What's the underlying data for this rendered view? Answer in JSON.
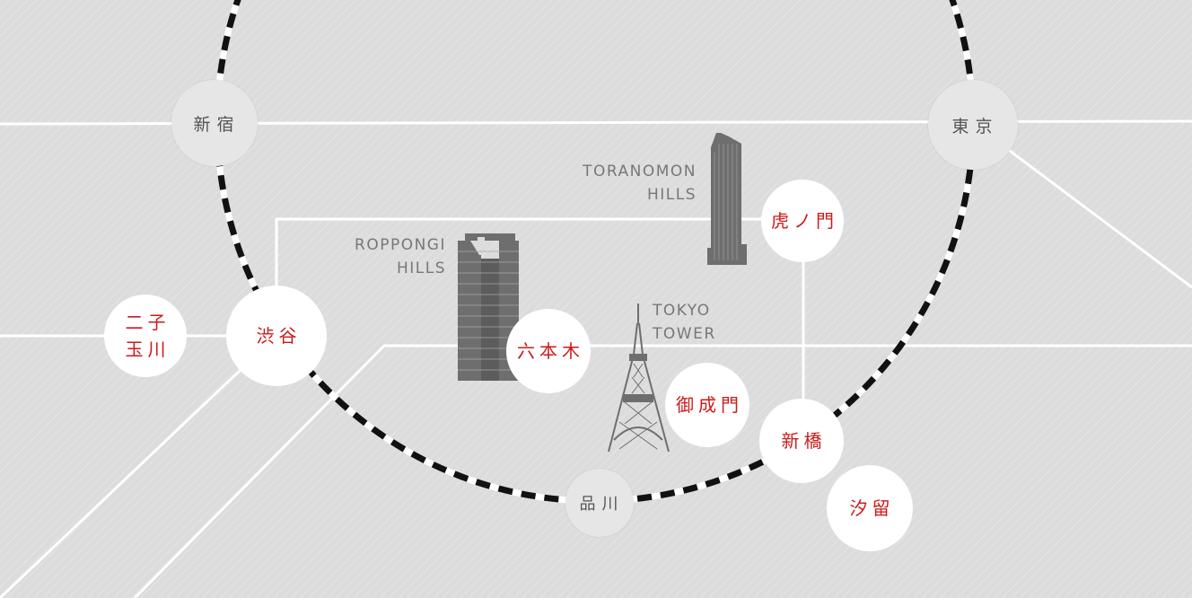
{
  "stations": {
    "shinjuku": {
      "label": "新宿"
    },
    "tokyo": {
      "label": "東京"
    },
    "toranomon": {
      "label": "虎ノ門"
    },
    "futakotamagawa": {
      "line1": "二子",
      "line2": "玉川"
    },
    "shibuya": {
      "label": "渋谷"
    },
    "roppongi": {
      "label": "六本木"
    },
    "onarimon": {
      "label": "御成門"
    },
    "shimbashi": {
      "label": "新橋"
    },
    "shinagawa": {
      "label": "品川"
    },
    "shiodome": {
      "label": "汐留"
    }
  },
  "landmarks": {
    "toranomon_hills": {
      "line1": "TORANOMON",
      "line2": "HILLS"
    },
    "roppongi_hills": {
      "line1": "ROPPONGI",
      "line2": "HILLS"
    },
    "tokyo_tower": {
      "line1": "TOKYO",
      "line2": "TOWER"
    }
  },
  "colors": {
    "background": "#dcdcdc",
    "rail_line": "#ffffff",
    "loop_dash": "#111111",
    "station_major_bg": "#e6e6e6",
    "station_major_text": "#555555",
    "station_minor_bg": "#ffffff",
    "station_minor_text": "#cc1a1a",
    "building": "#6e6e6e"
  }
}
